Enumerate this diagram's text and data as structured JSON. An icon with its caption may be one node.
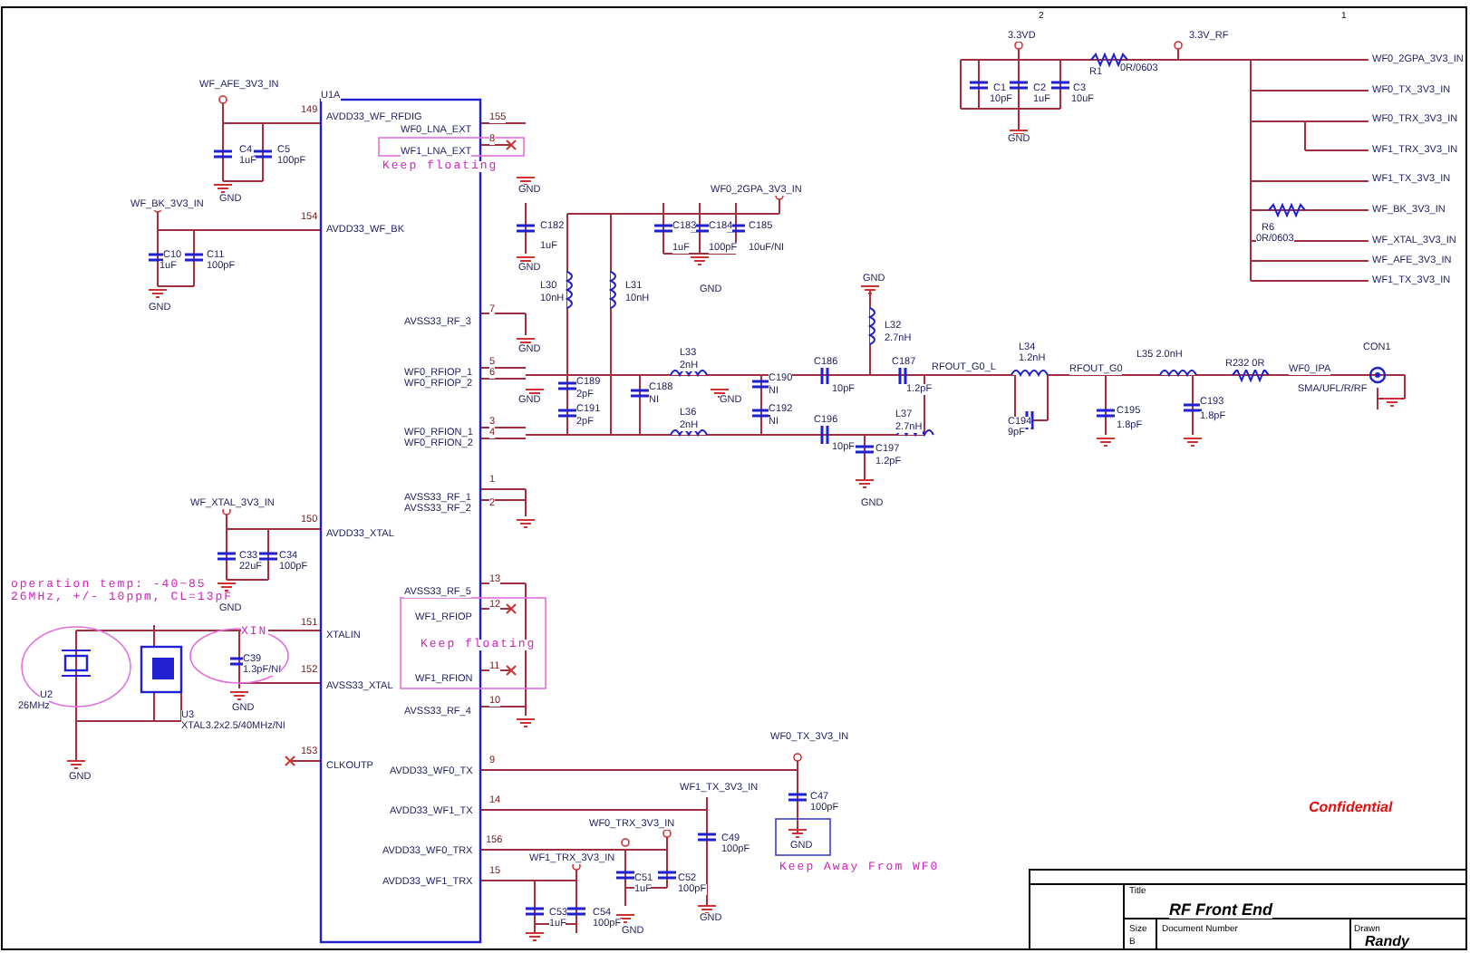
{
  "diagram": {
    "labels": [
      "WF_AFE_3V3_IN",
      "C4",
      "1uF",
      "C5",
      "100pF",
      "GND",
      "149",
      "U1A",
      "AVDD33_WF_RFDIG",
      "WF_BK_3V3_IN",
      "C10",
      "1uF",
      "C11",
      "100pF",
      "GND",
      "154",
      "AVDD33_WF_BK",
      "WF0_LNA_EXT",
      "WF1_LNA_EXT",
      "Keep floating",
      "155",
      "8",
      "AVSS33_RF_3",
      "7",
      "WF0_RFIOP_1",
      "WF0_RFIOP_2",
      "5",
      "6",
      "WF0_RFION_1",
      "WF0_RFION_2",
      "3",
      "4",
      "AVSS33_RF_1",
      "AVSS33_RF_2",
      "1",
      "2",
      "AVSS33_RF_5",
      "13",
      "WF1_RFIOP",
      "12",
      "Keep floating",
      "WF1_RFION",
      "11",
      "AVSS33_RF_4",
      "10",
      "AVDD33_WF0_TX",
      "9",
      "AVDD33_WF1_TX",
      "14",
      "AVDD33_WF0_TRX",
      "156",
      "AVDD33_WF1_TRX",
      "15",
      "WF_XTAL_3V3_IN",
      "C33",
      "22uF",
      "C34",
      "100pF",
      "GND",
      "150",
      "AVDD33_XTAL",
      "operation temp: -40~85",
      "26MHz, +/- 10ppm, CL=13pF",
      "XIN",
      "151",
      "XTALIN",
      "C39",
      "1.3pF/NI",
      "GND",
      "152",
      "AVSS33_XTAL",
      "U2",
      "26MHz",
      "U3",
      "XTAL3.2x2.5/40MHz/NI",
      "GND",
      "153",
      "CLKOUTP",
      "GND",
      "WF0_2GPA_3V3_IN",
      "C182",
      "1uF",
      "GND",
      "C183",
      "1uF",
      "C184",
      "100pF",
      "C185",
      "10uF/NI",
      "GND",
      "L30",
      "10nH",
      "L31",
      "10nH",
      "GND",
      "L33",
      "2nH",
      "C189",
      "2pF",
      "C191",
      "2pF",
      "GND",
      "C188",
      "NI",
      "L36",
      "2nH",
      "GND",
      "C190",
      "NI",
      "C192",
      "NI",
      "C186",
      "10pF",
      "C196",
      "10pF",
      "GND",
      "L32",
      "2.7nH",
      "C187",
      "1.2pF",
      "RFOUT_G0_L",
      "L37",
      "2.7nH",
      "C197",
      "1.2pF",
      "GND",
      "WF0_TX_3V3_IN",
      "C47",
      "100pF",
      "GND",
      "Keep Away From WF0",
      "WF1_TX_3V3_IN",
      "C49",
      "100pF",
      "GND",
      "WF0_TRX_3V3_IN",
      "C51",
      "1uF",
      "C52",
      "100pF",
      "GND",
      "WF1_TRX_3V3_IN",
      "C53",
      "1uF",
      "C54",
      "100pF",
      "3.3VD",
      "C1",
      "10pF",
      "C2",
      "1uF",
      "C3",
      "10uF",
      "GND",
      "R1",
      "0R/0603",
      "3.3V_RF",
      "WF0_2GPA_3V3_IN",
      "WF0_TX_3V3_IN",
      "WF0_TRX_3V3_IN",
      "WF1_TRX_3V3_IN",
      "WF1_TX_3V3_IN",
      "WF_BK_3V3_IN",
      "WF_XTAL_3V3_IN",
      "WF_AFE_3V3_IN",
      "WF1_TX_3V3_IN",
      "R6",
      "0R/0603",
      "L34",
      "1.2nH",
      "RFOUT_G0",
      "C194",
      "9pF",
      "C195",
      "1.8pF",
      "L35 2.0nH",
      "C193",
      "1.8pF",
      "R232 0R",
      "WF0_IPA",
      "CON1",
      "SMA/UFL/R/RF",
      "Confidential",
      "Title",
      "RF Front End",
      "Size",
      "B",
      "Document Number",
      "Drawn",
      "Randy",
      "2",
      "1"
    ]
  }
}
